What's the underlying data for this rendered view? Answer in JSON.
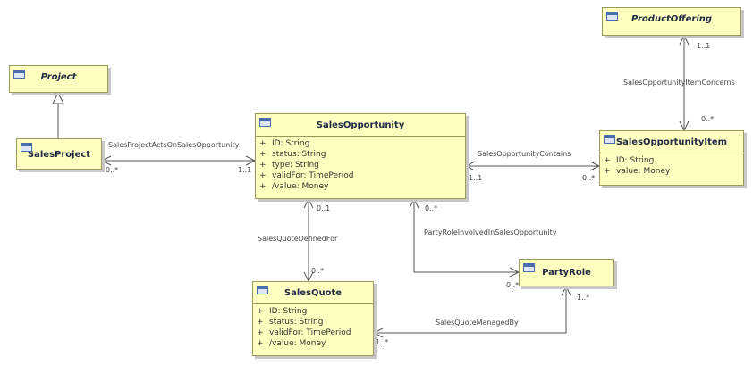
{
  "classes": {
    "product_offering": {
      "name": "ProductOffering"
    },
    "project": {
      "name": "Project"
    },
    "sales_project": {
      "name": "SalesProject"
    },
    "sales_opportunity": {
      "name": "SalesOpportunity",
      "attributes": [
        {
          "vis": "+",
          "text": "ID: String"
        },
        {
          "vis": "+",
          "text": "status: String"
        },
        {
          "vis": "+",
          "text": "type: String"
        },
        {
          "vis": "+",
          "text": "validFor: TimePeriod"
        },
        {
          "vis": "+",
          "text": "/value: Money"
        }
      ]
    },
    "sales_opportunity_item": {
      "name": "SalesOpportunityItem",
      "attributes": [
        {
          "vis": "+",
          "text": "ID: String"
        },
        {
          "vis": "+",
          "text": "value: Money"
        }
      ]
    },
    "party_role": {
      "name": "PartyRole"
    },
    "sales_quote": {
      "name": "SalesQuote",
      "attributes": [
        {
          "vis": "+",
          "text": "ID: String"
        },
        {
          "vis": "+",
          "text": "status: String"
        },
        {
          "vis": "+",
          "text": "validFor: TimePeriod"
        },
        {
          "vis": "+",
          "text": "/value: Money"
        }
      ]
    }
  },
  "associations": {
    "item_concerns": {
      "name": "SalesOpportunityItemConcerns",
      "mult_top": "1..1",
      "mult_bottom": "0..*"
    },
    "project_acts": {
      "name": "SalesProjectActsOnSalesOpportunity",
      "mult_left": "0..*",
      "mult_right": "1..1"
    },
    "contains": {
      "name": "SalesOpportunityContains",
      "mult_left": "1..1",
      "mult_right": "0..*"
    },
    "quote_defined": {
      "name": "SalesQuoteDefinedFor",
      "mult_top": "0..1",
      "mult_bottom": "0..*"
    },
    "party_involved": {
      "name": "PartyRoleInvolvedInSalesOpportunity",
      "mult_top": "0..*",
      "mult_bottom": "0..*"
    },
    "quote_managed": {
      "name": "SalesQuoteManagedBy",
      "mult_left": "1..*",
      "mult_right": "1..*"
    }
  }
}
